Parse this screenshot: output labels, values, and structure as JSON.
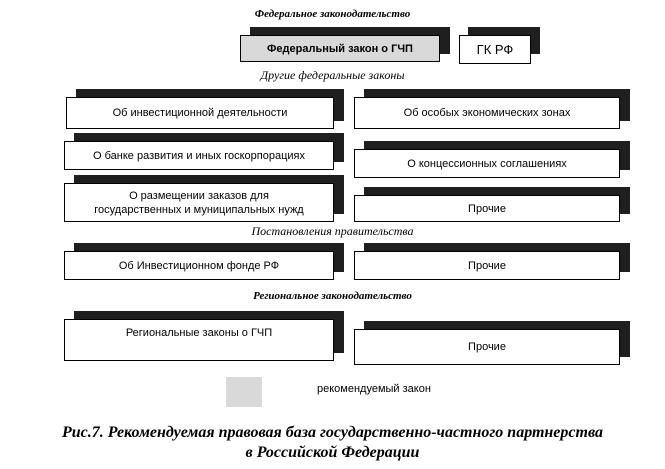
{
  "headers": {
    "federal": "Федеральное законодательство",
    "other_federal": "Другие федеральные законы",
    "government_decrees": "Постановления правительства",
    "regional": "Региональное законодательство"
  },
  "boxes": {
    "federal_law_ppp": "Федеральный закон о ГЧП",
    "civil_code": "ГК РФ",
    "investment_activity": "Об инвестиционной деятельности",
    "special_economic_zones": "Об особых экономических зонах",
    "development_bank": "О банке развития и иных госкорпорациях",
    "concession_agreements": "О концессионных соглашениях",
    "procurement_line1": "О размещении заказов  для",
    "procurement_line2": "государственных и муниципальных нужд",
    "other_1": "Прочие",
    "investment_fund": "Об Инвестиционном фонде РФ",
    "other_2": "Прочие",
    "regional_ppp_laws": "Региональные законы о ГЧП",
    "other_3": "Прочие"
  },
  "legend": {
    "label": "рекомендуемый закон",
    "swatch_color": "#d9d9d9"
  },
  "caption": {
    "line1": "Рис.7. Рекомендуемая правовая база государственно-частного партнерства",
    "line2": "в Российской Федерации"
  }
}
